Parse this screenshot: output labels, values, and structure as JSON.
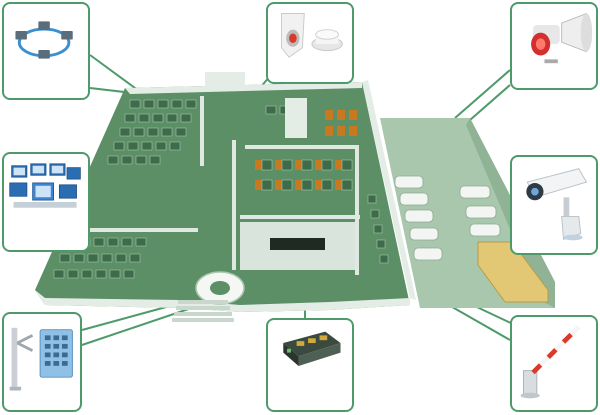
{
  "diagram": {
    "kind": "security-system-layout",
    "colors": {
      "frame": "#4f9a6a",
      "floor": "#5c8f66",
      "wall": "#e4ece6",
      "desk": "#3d6a49",
      "accent_orange": "#c8781e",
      "parking": "#9cbc9f"
    },
    "callouts": [
      {
        "id": "network",
        "icon": "network-ring-icon"
      },
      {
        "id": "detectors",
        "icon": "motion-smoke-detector-icon"
      },
      {
        "id": "alarm",
        "icon": "siren-loudspeaker-icon"
      },
      {
        "id": "monitors",
        "icon": "video-wall-monitors-icon"
      },
      {
        "id": "camera",
        "icon": "cctv-camera-icon"
      },
      {
        "id": "access",
        "icon": "turnstile-keypad-icon"
      },
      {
        "id": "console",
        "icon": "control-console-icon"
      },
      {
        "id": "barrier",
        "icon": "parking-barrier-gate-icon"
      }
    ]
  }
}
